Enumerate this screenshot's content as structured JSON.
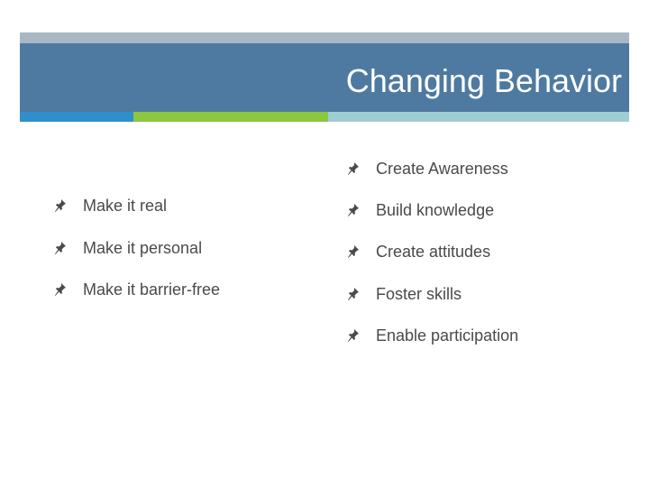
{
  "slide": {
    "title": "Changing Behavior",
    "colors": {
      "title_band": "#4e7aa1",
      "accent_blue": "#2e8fcd",
      "accent_green": "#8dc63f",
      "accent_teal": "#9fcdd3",
      "text": "#4a4a4a"
    }
  },
  "left_list": {
    "items": [
      {
        "label": "Make it real",
        "icon": "pushpin-icon"
      },
      {
        "label": "Make it personal",
        "icon": "pushpin-icon"
      },
      {
        "label": "Make it barrier-free",
        "icon": "pushpin-icon"
      }
    ]
  },
  "right_list": {
    "items": [
      {
        "label": "Create Awareness",
        "icon": "pushpin-icon"
      },
      {
        "label": "Build knowledge",
        "icon": "pushpin-icon"
      },
      {
        "label": "Create attitudes",
        "icon": "pushpin-icon"
      },
      {
        "label": "Foster skills",
        "icon": "pushpin-icon"
      },
      {
        "label": "Enable participation",
        "icon": "pushpin-icon"
      }
    ]
  }
}
